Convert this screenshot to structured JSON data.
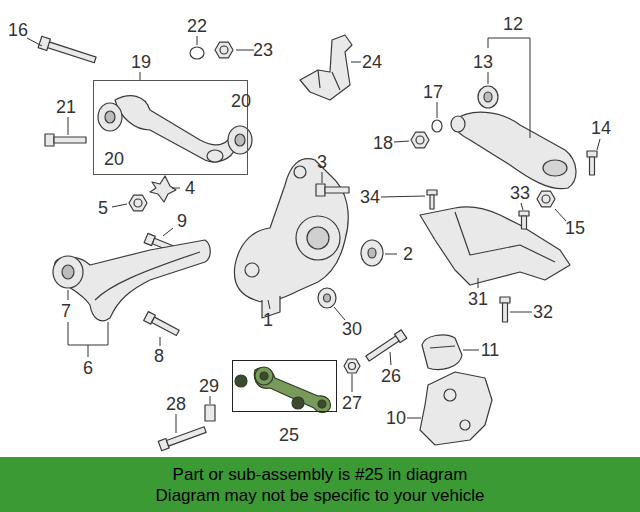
{
  "diagram": {
    "nodes": [
      {
        "text": [
          "19",
          "20",
          "20"
        ]
      },
      {
        "text": [
          "25"
        ]
      },
      {
        "text": [
          "Part or sub-assembly is #25 in diagram",
          "Diagram may not be specific to your vehicle"
        ]
      }
    ],
    "labels": [
      "16",
      "22",
      "23",
      "24",
      "12",
      "13",
      "17",
      "18",
      "14",
      "21",
      "5",
      "4",
      "9",
      "3",
      "2",
      "34",
      "33",
      "15",
      "7",
      "1",
      "31",
      "32",
      "6",
      "8",
      "30",
      "26",
      "11",
      "27",
      "29",
      "28",
      "10"
    ]
  }
}
